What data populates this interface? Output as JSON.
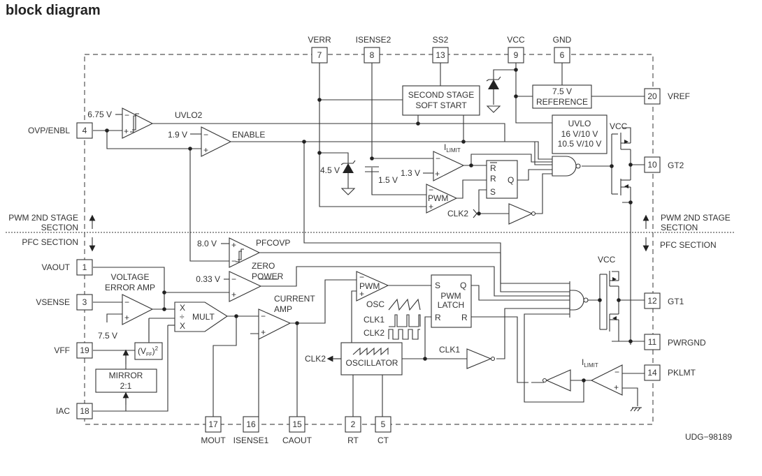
{
  "title": "block diagram",
  "figure_id": "UDG−98189",
  "sections": {
    "upper": [
      "PWM 2ND STAGE",
      "SECTION"
    ],
    "lower": "PFC SECTION"
  },
  "pins": {
    "p7": {
      "num": "7",
      "name": "VERR"
    },
    "p8": {
      "num": "8",
      "name": "ISENSE2"
    },
    "p13": {
      "num": "13",
      "name": "SS2"
    },
    "p9": {
      "num": "9",
      "name": "VCC"
    },
    "p6": {
      "num": "6",
      "name": "GND"
    },
    "p20": {
      "num": "20",
      "name": "VREF"
    },
    "p4": {
      "num": "4",
      "name": "OVP/ENBL"
    },
    "p10": {
      "num": "10",
      "name": "GT2"
    },
    "p1": {
      "num": "1",
      "name": "VAOUT"
    },
    "p3": {
      "num": "3",
      "name": "VSENSE"
    },
    "p19": {
      "num": "19",
      "name": "VFF"
    },
    "p18": {
      "num": "18",
      "name": "IAC"
    },
    "p12": {
      "num": "12",
      "name": "GT1"
    },
    "p11": {
      "num": "11",
      "name": "PWRGND"
    },
    "p14": {
      "num": "14",
      "name": "PKLMT"
    },
    "p17": {
      "num": "17",
      "name": "MOUT"
    },
    "p16": {
      "num": "16",
      "name": "ISENSE1"
    },
    "p15": {
      "num": "15",
      "name": "CAOUT"
    },
    "p2": {
      "num": "2",
      "name": "RT"
    },
    "p5": {
      "num": "5",
      "name": "CT"
    }
  },
  "blocks": {
    "soft_start": [
      "SECOND STAGE",
      "SOFT START"
    ],
    "reference": [
      "7.5 V",
      "REFERENCE"
    ],
    "uvlo": [
      "UVLO",
      "16 V/10 V",
      "10.5 V/10 V"
    ],
    "voltage_error_amp": [
      "VOLTAGE",
      "ERROR AMP"
    ],
    "current_amp": [
      "CURRENT",
      "AMP"
    ],
    "mult": "MULT",
    "mult_inputs": [
      "X",
      "÷",
      "X"
    ],
    "vff_sq": "(V",
    "vff_sub": "FF",
    "vff_sup": "2",
    "mirror": [
      "MIRROR",
      "2:1"
    ],
    "oscillator": "OSCILLATOR",
    "pwm_latch": [
      "PWM",
      "LATCH"
    ],
    "latch_pins": {
      "s": "S",
      "q": "Q",
      "r1": "R",
      "r2": "R"
    },
    "sr_pins": {
      "rbar": "R",
      "r": "R",
      "s": "S",
      "q": "Q"
    }
  },
  "labels": {
    "v675": "6.75 V",
    "uvlo2": "UVLO2",
    "v19": "1.9 V",
    "enable": "ENABLE",
    "v45": "4.5 V",
    "v15": "1.5 V",
    "v13": "1.3 V",
    "ilimit_i": "I",
    "ilimit_sub": "LIMIT",
    "pwm": "PWM",
    "clk2": "CLK2",
    "clk1": "CLK1",
    "osc": "OSC",
    "vcc": "VCC",
    "v80": "8.0 V",
    "pfcovp": "PFCOVP",
    "zero_power": [
      "ZERO",
      "POWER"
    ],
    "v033": "0.33 V",
    "v75": "7.5 V",
    "minus": "−",
    "plus": "+"
  }
}
